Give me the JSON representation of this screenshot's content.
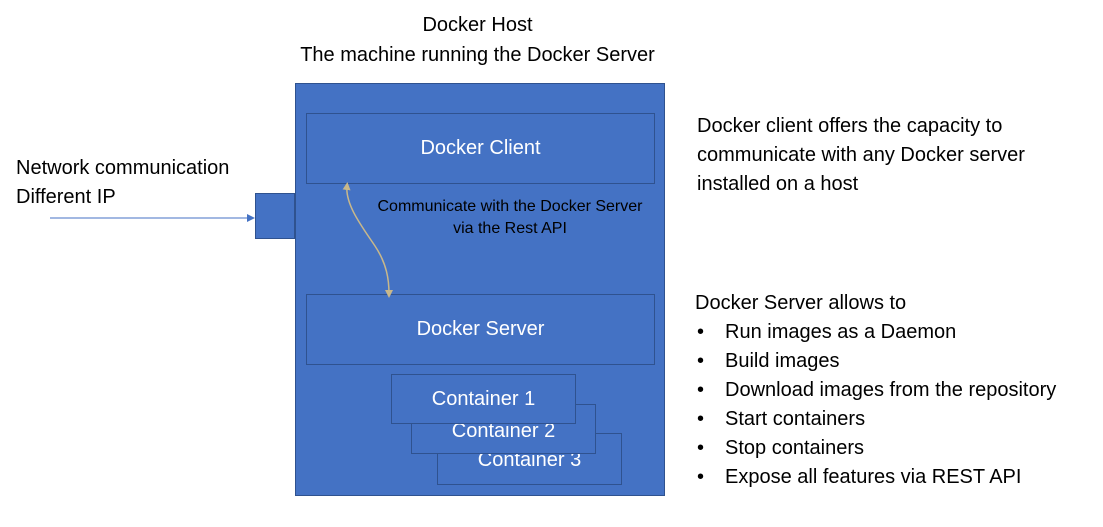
{
  "header": {
    "title": "Docker Host",
    "subtitle": "The machine running the Docker Server"
  },
  "host": {
    "client_label": "Docker Client",
    "server_label": "Docker Server",
    "rest_note_line1": "Communicate with the Docker Server",
    "rest_note_line2": "via the Rest API",
    "containers": [
      "Container 1",
      "Container 2",
      "Container 3"
    ]
  },
  "network": {
    "line1": "Network communication",
    "line2": "Different IP"
  },
  "client_description": {
    "line1": "Docker client offers the capacity to",
    "line2": "communicate with any Docker server",
    "line3": "installed on a host"
  },
  "server_description": {
    "heading": "Docker Server allows to",
    "features": [
      "Run images as a Daemon",
      "Build images",
      "Download images from the repository",
      "Start containers",
      "Stop containers",
      "Expose all features via REST API"
    ]
  },
  "colors": {
    "box_fill": "#4472c4",
    "box_border": "#2f528f",
    "rest_arrow": "#c9b88a",
    "network_arrow": "#4472c4"
  }
}
